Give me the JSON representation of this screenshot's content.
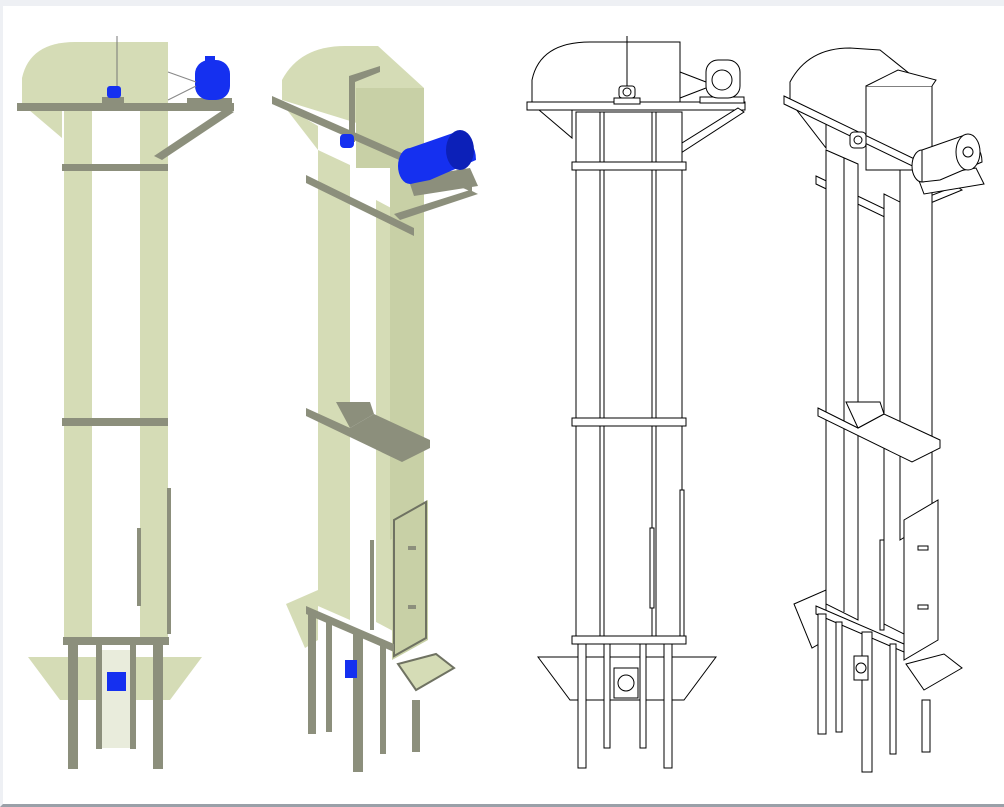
{
  "diagram": {
    "views": [
      {
        "id": "front-color",
        "style": "colored",
        "projection": "front"
      },
      {
        "id": "iso-color",
        "style": "colored",
        "projection": "isometric"
      },
      {
        "id": "front-line",
        "style": "line-art",
        "projection": "front"
      },
      {
        "id": "iso-line",
        "style": "line-art",
        "projection": "isometric"
      }
    ],
    "colors": {
      "casing_fill": "#d5dcb6",
      "frame_steel": "#8c8f7c",
      "frame_steel_dark": "#6f7262",
      "motor_blue": "#1530f0",
      "outline": "#000000",
      "line_fill": "#ffffff"
    },
    "icons": [
      "drive-motor-icon",
      "bearing-icon",
      "inspection-door-icon"
    ]
  }
}
